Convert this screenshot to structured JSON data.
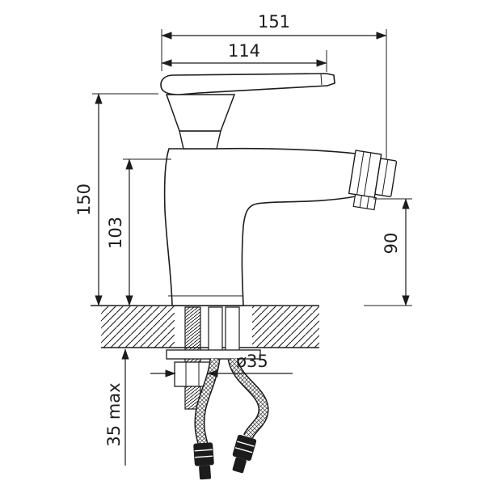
{
  "colors": {
    "ink": "#1c1c1c",
    "background": "#ffffff"
  },
  "dimensions": {
    "overall_width": "151",
    "handle_reach": "114",
    "total_height": "150",
    "base_height": "103",
    "spout_height": "90",
    "hole_diameter": "ø35",
    "max_deck_thickness": "35 max"
  }
}
